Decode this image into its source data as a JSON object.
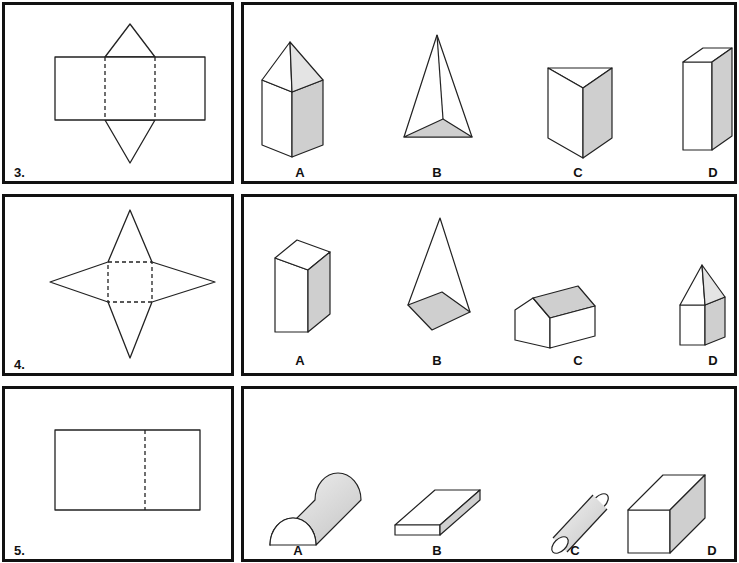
{
  "diagram": {
    "nodes": [
      {
        "text": [
          "3."
        ]
      },
      {
        "text": [
          "A",
          "B",
          "C",
          "D"
        ]
      },
      {
        "text": [
          "4."
        ]
      },
      {
        "text": [
          "A",
          "B",
          "C",
          "D"
        ]
      },
      {
        "text": [
          "5."
        ]
      },
      {
        "text": [
          "A",
          "B",
          "C",
          "D"
        ]
      }
    ]
  }
}
